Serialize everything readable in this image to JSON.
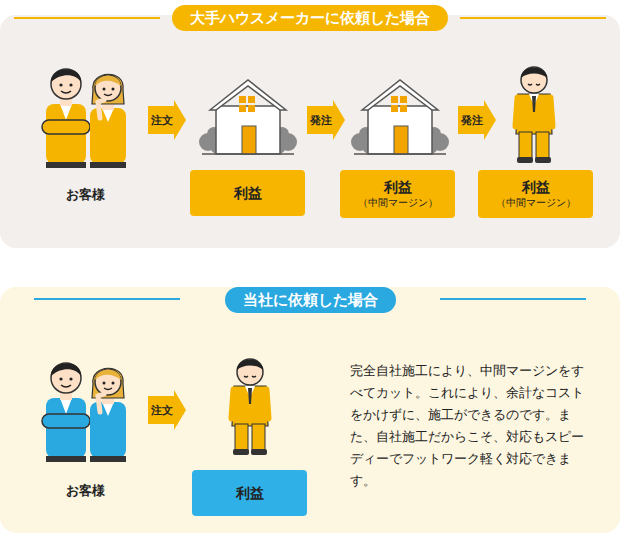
{
  "diagram": {
    "nodes": [
      {
        "text": [
          "大手ハウスメーカーに依頼した場合"
        ]
      },
      {
        "text": [
          "注文"
        ],
        "in": 0
      },
      {
        "text": [
          "利益"
        ],
        "in": 0
      },
      {
        "text": [
          "発注"
        ],
        "in": 0
      },
      {
        "text": [
          "利益",
          "（中間マージン）"
        ],
        "in": 0
      },
      {
        "text": [
          "発注"
        ],
        "in": 0
      },
      {
        "text": [
          "利益",
          "（中間マージン）"
        ],
        "in": 0
      },
      {
        "text": [
          "当社に依頼した場合"
        ]
      },
      {
        "text": [
          "注文"
        ],
        "in": 7
      },
      {
        "text": [
          "利益"
        ],
        "in": 7
      }
    ],
    "labels": [
      "お客様",
      "お客様",
      "完全自社施工により、中間マージンをすべてカット。これにより、余計なコストをかけずに、施工ができるのです。また、自社施工だからこそ、対応もスピーディーでフットワーク軽く対応できます。"
    ]
  }
}
